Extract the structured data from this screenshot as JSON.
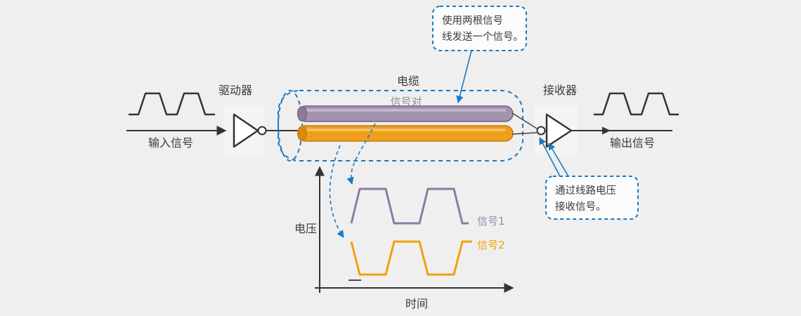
{
  "labels": {
    "driver": "驱动器",
    "cable": "电缆",
    "signal_pair": "信号对",
    "receiver": "接收器",
    "input_signal": "输入信号",
    "output_signal": "输出信号",
    "voltage_axis": "电压",
    "time_axis": "时间",
    "signal1": "信号1",
    "signal2": "信号2"
  },
  "callouts": {
    "top_line1": "使用两根信号",
    "top_line2": "线发送一个信号。",
    "right_line1": "通过线路电压",
    "right_line2": "接收信号。"
  },
  "colors": {
    "background": "#efefef",
    "accent_blue": "#1b79c0",
    "line_dark": "#333333",
    "label_text": "#3a3a3a",
    "muted_text": "#8f8f8f",
    "callout_bg": "#fcfcfc",
    "purple_wire": "#a294ae",
    "purple_wire_edge": "#6f6180",
    "purple_wire_highlight": "#cabfd4",
    "purple_wire_cap": "#8b7a99",
    "orange_wire": "#f09e1c",
    "orange_wire_edge": "#bd7e10",
    "orange_wire_highlight": "#f8c86d",
    "orange_wire_cap": "#d8890d",
    "signal1_stroke": "#8d7ba0",
    "signal1_label": "#9b89ad",
    "signal2_stroke": "#f0a010"
  }
}
